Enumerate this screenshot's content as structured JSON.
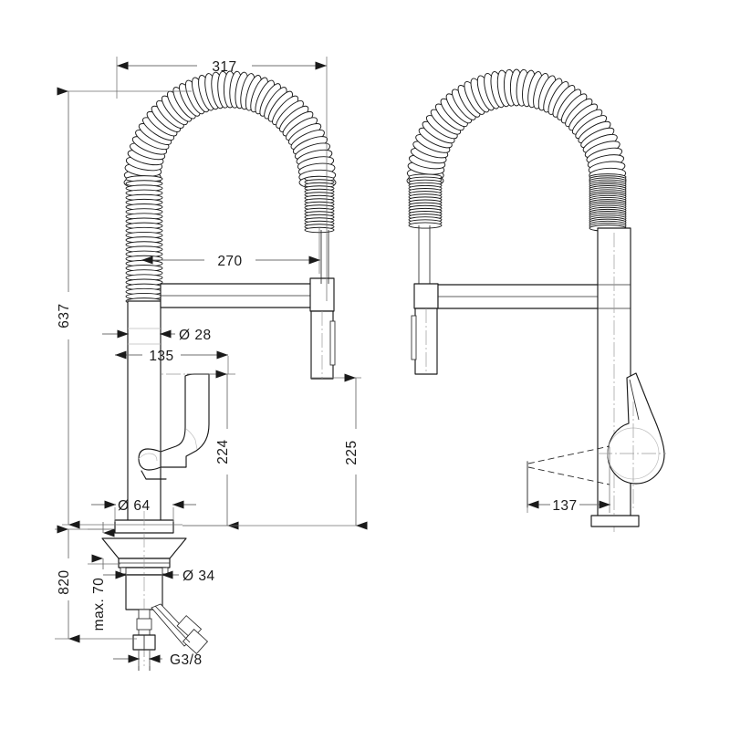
{
  "document": {
    "type": "technical-dimension-drawing",
    "subject": "Semi-pro kitchen mixer tap with coil spring spout",
    "background_color": "#ffffff",
    "line_color": "#1a1a1a",
    "dimension_line_color": "#6f6f6f",
    "centerline_color": "#9a9a9a",
    "units": "mm",
    "views": [
      {
        "name": "front-view",
        "label": ""
      },
      {
        "name": "side-view",
        "label": ""
      }
    ]
  },
  "dimensions": {
    "overall_width": {
      "value": "317",
      "orientation": "horizontal",
      "view": "front"
    },
    "spout_reach": {
      "value": "270",
      "orientation": "horizontal",
      "view": "front"
    },
    "overall_height": {
      "value": "637",
      "orientation": "vertical",
      "view": "front"
    },
    "spout_diameter": {
      "value": "Ø 28",
      "orientation": "horizontal",
      "view": "front"
    },
    "body_offset": {
      "value": "135",
      "orientation": "horizontal",
      "view": "front"
    },
    "lever_height": {
      "value": "224",
      "orientation": "vertical",
      "view": "front"
    },
    "spray_head_height": {
      "value": "225",
      "orientation": "vertical",
      "view": "front"
    },
    "base_diameter": {
      "value": "Ø 64",
      "orientation": "horizontal",
      "view": "front"
    },
    "shank_diameter": {
      "value": "Ø 34",
      "orientation": "horizontal",
      "view": "front"
    },
    "supply_height": {
      "value": "820",
      "orientation": "vertical",
      "view": "front"
    },
    "max_deck_thickness": {
      "value": "max. 70",
      "orientation": "vertical",
      "view": "front"
    },
    "connection_thread": {
      "value": "G3/8",
      "orientation": "horizontal",
      "view": "front"
    },
    "lever_swing_depth": {
      "value": "137",
      "orientation": "horizontal",
      "view": "side"
    }
  },
  "labels": {
    "d317": "317",
    "d270": "270",
    "d637": "637",
    "d28": "Ø 28",
    "d135": "135",
    "d224": "224",
    "d225": "225",
    "d64": "Ø 64",
    "d34": "Ø 34",
    "d820": "820",
    "dmax70": "max. 70",
    "dG38": "G3/8",
    "d137": "137"
  }
}
